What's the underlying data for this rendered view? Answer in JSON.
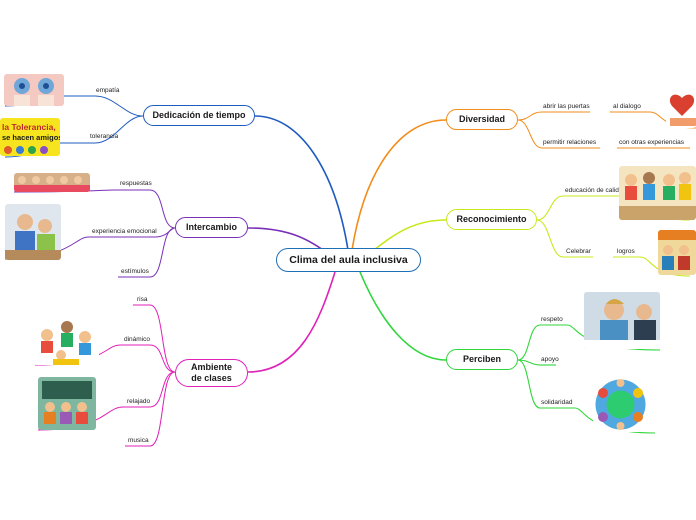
{
  "central": {
    "label": "Clima del aula inclusiva",
    "color": "#1f6fb5"
  },
  "branches": {
    "dedicacion": {
      "label": "Dedicación de tiempo",
      "color": "#1f5cc0",
      "leaves": [
        "empatía",
        "tolerancia"
      ],
      "image_text_lines": [
        "la Tolerancia,",
        "se hacen amigos"
      ]
    },
    "intercambio": {
      "label": "Intercambio",
      "color": "#7a2fb8",
      "leaves": [
        "respuestas",
        "experiencia emocional",
        "estímulos"
      ]
    },
    "ambiente": {
      "label": "Ambiente de clases",
      "label_line1": "Ambiente",
      "label_line2": "de clases",
      "color": "#e020b8",
      "leaves": [
        "risa",
        "dinámico",
        "relajado",
        "musica"
      ]
    },
    "diversidad": {
      "label": "Diversidad",
      "color": "#f28c1a",
      "leaves": [
        "abrir las puertas",
        "al dialogo",
        "permitir relaciones",
        "con otras experiencias"
      ]
    },
    "reconocimiento": {
      "label": "Reconocimiento",
      "color": "#c8e81c",
      "leaves": [
        "educación de calidad",
        "Celebrar",
        "logros"
      ]
    },
    "perciben": {
      "label": "Perciben",
      "color": "#2fd63a",
      "leaves": [
        "respeto",
        "apoyo",
        "solidaridad"
      ]
    }
  }
}
